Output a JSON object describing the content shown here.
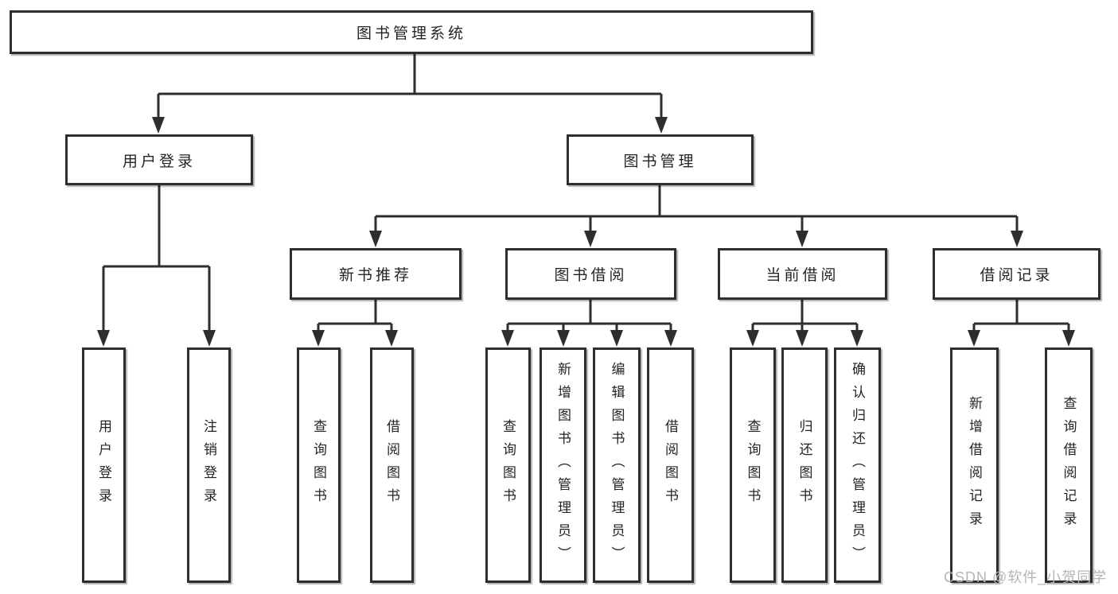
{
  "colors": {
    "background": "#ffffff",
    "line": "#2e2e2e",
    "text": "#242424",
    "watermark": "#b5b5b5"
  },
  "watermark": {
    "text": "CSDN @软件_小贺同学"
  },
  "diagram": {
    "root": {
      "label": "图书管理系统"
    },
    "level2": [
      {
        "label": "用户登录"
      },
      {
        "label": "图书管理"
      }
    ],
    "level3": [
      {
        "label": "新书推荐"
      },
      {
        "label": "图书借阅"
      },
      {
        "label": "当前借阅"
      },
      {
        "label": "借阅记录"
      }
    ],
    "leaves": [
      {
        "label": "用户登录"
      },
      {
        "label": "注销登录"
      },
      {
        "label": "查询图书"
      },
      {
        "label": "借阅图书"
      },
      {
        "label": "查询图书"
      },
      {
        "label": "新增图书（管理员）"
      },
      {
        "label": "编辑图书（管理员）"
      },
      {
        "label": "借阅图书"
      },
      {
        "label": "查询图书"
      },
      {
        "label": "归还图书"
      },
      {
        "label": "确认归还（管理员）"
      },
      {
        "label": "新增借阅记录"
      },
      {
        "label": "查询借阅记录"
      }
    ]
  }
}
